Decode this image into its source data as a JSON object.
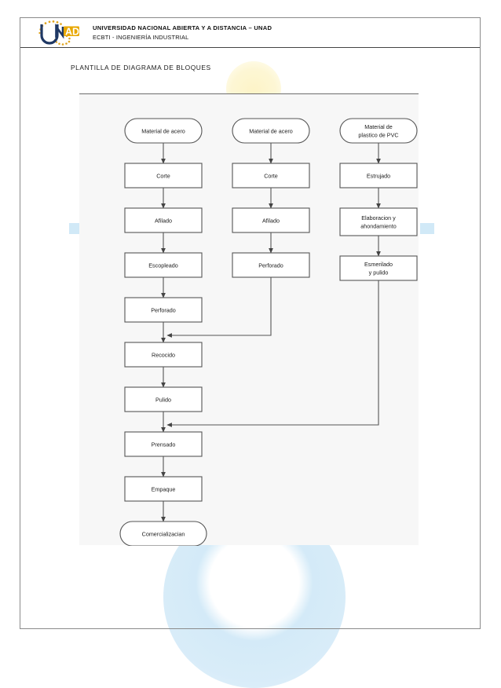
{
  "header": {
    "logo_name": "unad-logo",
    "logo_text": "UNAD",
    "university_line": "UNIVERSIDAD NACIONAL ABIERTA Y A DISTANCIA – UNAD",
    "program_line": "ECBTI -  INGENIERÍA INDUSTRIAL",
    "logo_colors": {
      "letter_blue": "#1f3864",
      "letter_gold": "#e8a700",
      "dots_gold": "#e0a41e"
    }
  },
  "document": {
    "title": "PLANTILLA DE DIAGRAMA DE BLOQUES"
  },
  "decor": {
    "yellow_arc": "yellow-arc",
    "blue_arc": "blue-arc",
    "blue_square_left": "blue-square",
    "blue_square_right": "blue-square",
    "blue": "#cfe8f7",
    "yellow": "#fdf3c4"
  },
  "diagram": {
    "panel_background": "#f7f7f7",
    "line_color": "#555555",
    "node_fill": "#ffffff",
    "columns": [
      {
        "name": "columna-acero-1",
        "nodes": [
          {
            "id": "n-l1",
            "shape": "terminator",
            "label": "Material de acero"
          },
          {
            "id": "n-l2",
            "shape": "process",
            "label": "Corte"
          },
          {
            "id": "n-l3",
            "shape": "process",
            "label": "Afilado"
          },
          {
            "id": "n-l4",
            "shape": "process",
            "label": "Escopleado"
          },
          {
            "id": "n-l5",
            "shape": "process",
            "label": "Perforado"
          },
          {
            "id": "n-l6",
            "shape": "process",
            "label": "Recocido"
          },
          {
            "id": "n-l7",
            "shape": "process",
            "label": "Pulido"
          },
          {
            "id": "n-l8",
            "shape": "process",
            "label": "Prensado"
          },
          {
            "id": "n-l9",
            "shape": "process",
            "label": "Empaque"
          },
          {
            "id": "n-l10",
            "shape": "terminator",
            "label": "Comercializacian"
          }
        ]
      },
      {
        "name": "columna-acero-2",
        "nodes": [
          {
            "id": "n-m1",
            "shape": "terminator",
            "label": "Material de acero"
          },
          {
            "id": "n-m2",
            "shape": "process",
            "label": "Corte"
          },
          {
            "id": "n-m3",
            "shape": "process",
            "label": "Afilado"
          },
          {
            "id": "n-m4",
            "shape": "process",
            "label": "Perforado"
          }
        ]
      },
      {
        "name": "columna-plastico-pvc",
        "nodes": [
          {
            "id": "n-r1",
            "shape": "terminator",
            "label": "Material de",
            "label2": "plastico de PVC"
          },
          {
            "id": "n-r2",
            "shape": "process",
            "label": "Estrujado"
          },
          {
            "id": "n-r3",
            "shape": "process",
            "label": "Elaboracion y",
            "label2": "ahondamiento"
          },
          {
            "id": "n-r4",
            "shape": "process",
            "label": "Esmerilado",
            "label2": "y pulido"
          }
        ]
      }
    ],
    "merges": [
      {
        "name": "merge-columna2-a-recocido",
        "from": "n-m4",
        "to": "n-l6"
      },
      {
        "name": "merge-columna3-a-prensado",
        "from": "n-r4",
        "to": "n-l8"
      }
    ]
  }
}
